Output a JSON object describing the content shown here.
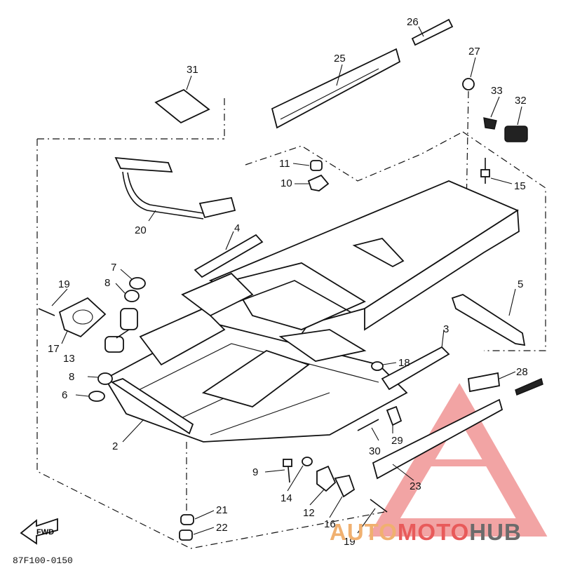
{
  "diagram": {
    "drawing_code": "87F100-0150",
    "direction_arrow_label": "FWD",
    "watermark": {
      "part1": "AUTO",
      "part2": "MOTO",
      "part3": "HUB",
      "colors": {
        "auto": "#f0b070",
        "moto": "#e85a5a",
        "hub": "#6b6b6b"
      }
    },
    "callouts": [
      {
        "id": "c26",
        "label": "26"
      },
      {
        "id": "c27",
        "label": "27"
      },
      {
        "id": "c25",
        "label": "25"
      },
      {
        "id": "c31",
        "label": "31"
      },
      {
        "id": "c33",
        "label": "33"
      },
      {
        "id": "c32",
        "label": "32"
      },
      {
        "id": "c11",
        "label": "11"
      },
      {
        "id": "c10",
        "label": "10"
      },
      {
        "id": "c15",
        "label": "15"
      },
      {
        "id": "c20",
        "label": "20"
      },
      {
        "id": "c4",
        "label": "4"
      },
      {
        "id": "c7",
        "label": "7"
      },
      {
        "id": "c19a",
        "label": "19"
      },
      {
        "id": "c8a",
        "label": "8"
      },
      {
        "id": "c5",
        "label": "5"
      },
      {
        "id": "c17",
        "label": "17"
      },
      {
        "id": "c13",
        "label": "13"
      },
      {
        "id": "c3",
        "label": "3"
      },
      {
        "id": "c18",
        "label": "18"
      },
      {
        "id": "c8b",
        "label": "8"
      },
      {
        "id": "c28",
        "label": "28"
      },
      {
        "id": "c6",
        "label": "6"
      },
      {
        "id": "c29",
        "label": "29"
      },
      {
        "id": "c2",
        "label": "2"
      },
      {
        "id": "c30",
        "label": "30"
      },
      {
        "id": "c23",
        "label": "23"
      },
      {
        "id": "c9",
        "label": "9"
      },
      {
        "id": "c14",
        "label": "14"
      },
      {
        "id": "c12",
        "label": "12"
      },
      {
        "id": "c16",
        "label": "16"
      },
      {
        "id": "c21",
        "label": "21"
      },
      {
        "id": "c22",
        "label": "22"
      },
      {
        "id": "c19b",
        "label": "19"
      }
    ]
  }
}
